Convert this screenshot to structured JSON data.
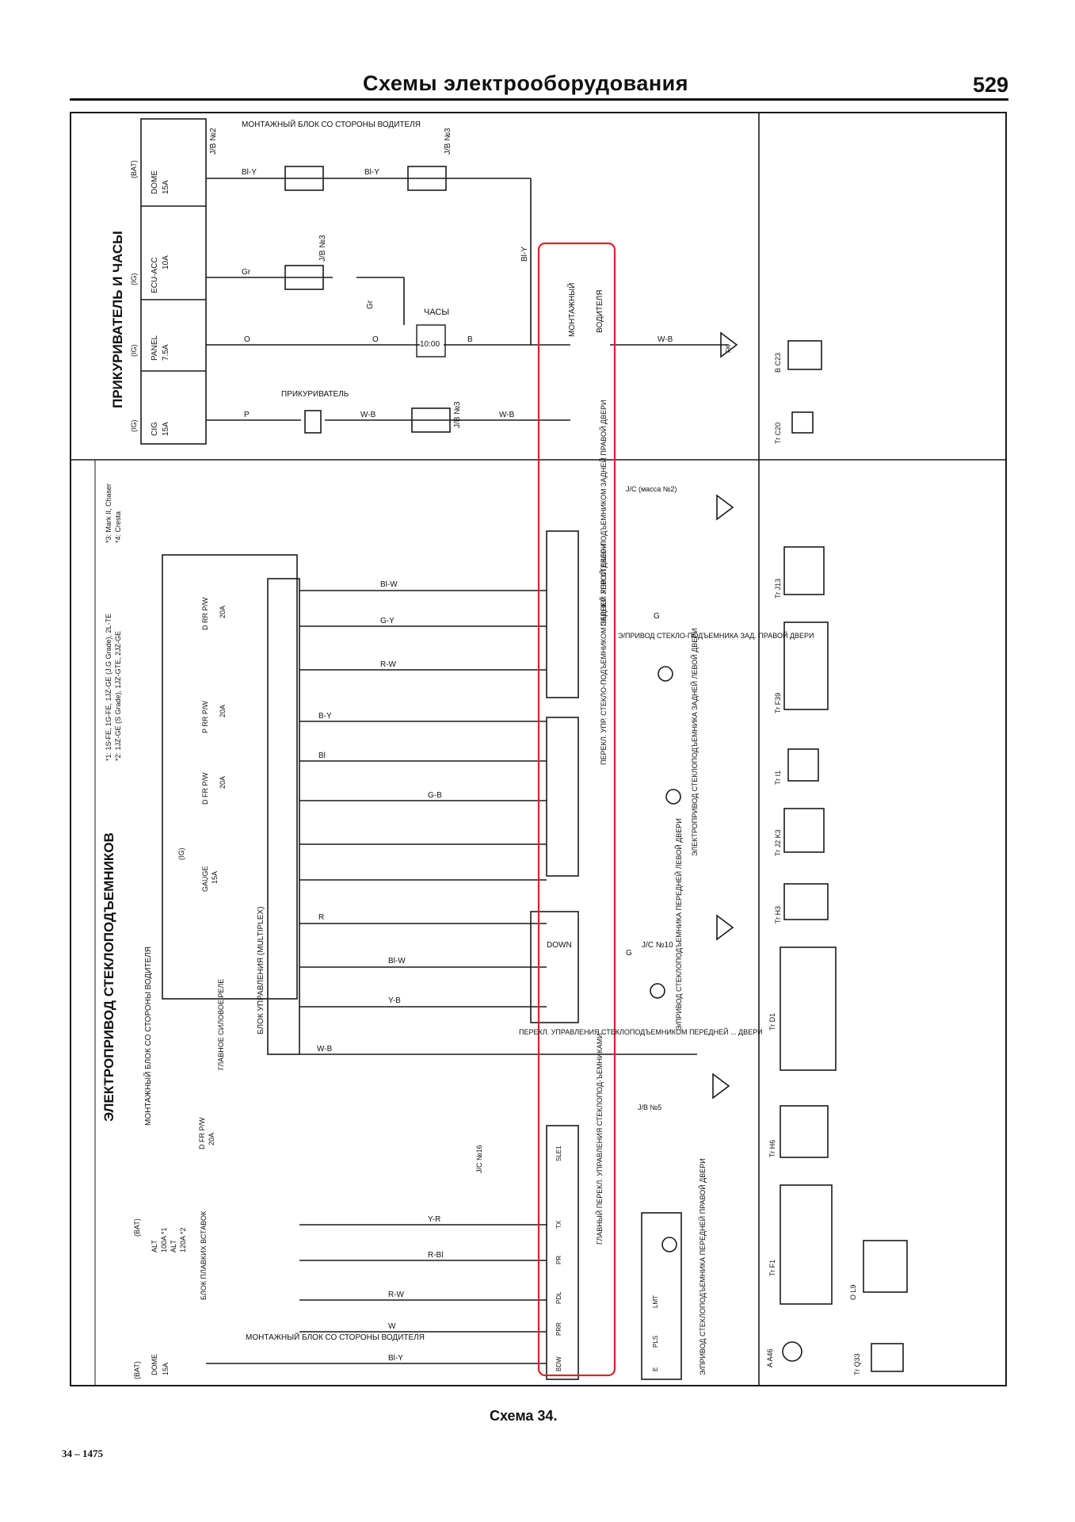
{
  "header": {
    "title": "Схемы электрооборудования",
    "page_number": "529"
  },
  "caption": "Схема 34.",
  "code": "34 – 1475",
  "colors": {
    "ink": "#1a1a1a",
    "highlight": "#d9242a"
  },
  "upper": {
    "section_title": "ПРИКУРИВАТЕЛЬ И ЧАСЫ",
    "fuses": [
      {
        "source": "(BAT)",
        "name": "DOME",
        "rating": "15A"
      },
      {
        "source": "(IG)",
        "name": "ECU-ACC",
        "rating": "10A"
      },
      {
        "source": "(IG)",
        "name": "PANEL",
        "rating": "7.5A"
      },
      {
        "source": "(IG)",
        "name": "CIG",
        "rating": "15A"
      }
    ],
    "wires": [
      "Bl-Y",
      "Gr",
      "O",
      "P",
      "W-B",
      "B"
    ],
    "junction_blocks": [
      "J/B №2",
      "J/B №3"
    ],
    "labels": {
      "assembly_block": "МОНТАЖНЫЙ БЛОК СО СТОРОНЫ ВОДИТЕЛЯ",
      "clock": "ЧАСЫ",
      "clock_display": "10:00",
      "lighter": "ПРИКУРИВАТЕЛЬ",
      "assembly_short": "МОНТАЖНЫЙ",
      "driver": "ВОДИТЕЛЯ",
      "ground": "FK"
    }
  },
  "lower": {
    "section_title": "ЭЛЕКТРОПРИВОД СТЕКЛОПОДЪЕМНИКОВ",
    "driver_block": "МОНТАЖНЫЙ БЛОК СО СТОРОНЫ ВОДИТЕЛЯ",
    "multiplex": "БЛОК УПРАВЛЕНИЯ (MULTIPLEX)",
    "notes": [
      "*1: 1S-FE, 1G-FE, 1JZ-GE (J.G Grade), 2L-TE",
      "*2: 1JZ-GE (S Grade), 1JZ-GTE, 2JZ-GE",
      "*3: Mark II, Chaser",
      "*4: Cresta"
    ],
    "fuses": [
      {
        "source": "",
        "name": "D RR P/W",
        "rating": "20A"
      },
      {
        "source": "",
        "name": "P RR P/W",
        "rating": "20A"
      },
      {
        "source": "",
        "name": "D FR P/W",
        "rating": "20A"
      },
      {
        "source": "(IG)",
        "name": "GAUGE",
        "rating": "15A"
      },
      {
        "source": "",
        "name": "D FR P/W",
        "rating": "20A"
      },
      {
        "source": "(BAT)",
        "name": "ALT",
        "rating": "100A *1"
      },
      {
        "source": "",
        "name": "ALT",
        "rating": "120A *2"
      },
      {
        "source": "(BAT)",
        "name": "DOME",
        "rating": "15A"
      }
    ],
    "wires": [
      "Bl-W",
      "G-Y",
      "R-W",
      "B-Y",
      "Bl",
      "G-B",
      "R",
      "W-B",
      "Y-B",
      "Y-R",
      "R-Bl",
      "W",
      "Bl-Y",
      "G"
    ],
    "labels": {
      "power_relay": "ГЛАВНОЕ СИЛОВОЕ РЕЛЕ",
      "fusible_links": "БЛОК ПЛАВКИХ ВСТАВОК",
      "lower_block": "МОНТАЖНЫЙ БЛОК СО СТОРОНЫ ВОДИТЕЛЯ",
      "mass_jc": "J/C (масса №2)",
      "rr_right_switch": "ПЕРЕКЛ. УПР. СТЕКЛО-ПОДЪЕМНИКОМ ЗАДНЕЙ ПРАВОЙ ДВЕРИ",
      "rr_right_motor": "Э/ПРИВОД СТЕКЛО-ПОДЪЕМНИКА ЗАД. ПРАВОЙ ДВЕРИ",
      "rr_left_switch": "ПЕРЕКЛ. УПР. СТЕКЛО-ПОДЪЕМНИКОМ ЗАДНЕЙ ЛЕВОЙ ДВЕРИ",
      "rr_left_motor": "ЭЛЕКТРОПРИВОД СТЕКЛОПОДЪЕМНИКА ЗАДНЕЙ ЛЕВОЙ ДВЕРИ",
      "jc10": "J/C №10",
      "fr_left_motor": "Э/ПРИВОД СТЕКЛОПОДЪЕМНИКА ПЕРЕДНЕЙ ЛЕВОЙ ДВЕРИ",
      "fr_switch": "ПЕРЕКЛ. УПРАВЛЕНИЯ СТЕКЛОПОДЪЕМНИКОМ ПЕРЕДНЕЙ ... ДВЕРИ",
      "jb5": "J/B №5",
      "jc16": "J/C №16",
      "main_switch": "ГЛАВНЫЙ ПЕРЕКЛ. УПРАВЛЕНИЯ СТЕКЛОПОД-ЪЕМНИКАМИ",
      "fr_right_motor": "Э/ПРИВОД СТЕКЛОПОДЪЕМНИКА ПЕРЕДНЕЙ ПРАВОЙ ДВЕРИ",
      "down": "DOWN",
      "clock_pins": [
        "SLE1",
        "TX",
        "PR",
        "PDL",
        "PRR",
        "BDW"
      ],
      "motor_pins": [
        "LMT",
        "PLS",
        "E"
      ]
    }
  },
  "connectors": [
    "B C23",
    "Tr C20",
    "Tr J13",
    "Tr F39",
    "Tr I1",
    "Tr J2 K3",
    "Tr H3",
    "Tr D1",
    "Tr H6",
    "Tr F1",
    "O L9",
    "A A46",
    "Tr Q33"
  ]
}
